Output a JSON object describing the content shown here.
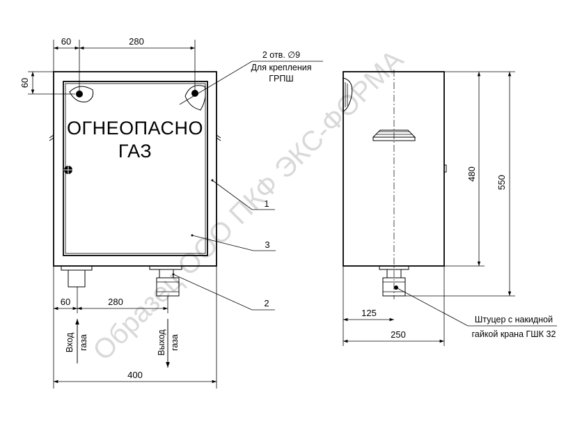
{
  "front_view": {
    "dim_hole_offset": "60",
    "dim_hole_spacing": "280",
    "dim_hole_vertical": "60",
    "hole_note_line1": "2 отв. ∅9",
    "hole_note_line2": "Для крепления",
    "hole_note_line3": "ГРПШ",
    "door_text_line1": "ОГНЕОПАСНО",
    "door_text_line2": "ГАЗ",
    "callout_1": "1",
    "callout_2": "2",
    "callout_3": "3",
    "dim_inlet_offset": "60",
    "dim_pipe_spacing": "280",
    "inlet_label_1": "Вход",
    "inlet_label_2": "газа",
    "outlet_label_1": "Выход",
    "outlet_label_2": "газа",
    "dim_width": "400"
  },
  "side_view": {
    "dim_body_height": "480",
    "dim_total_height": "550",
    "dim_center": "125",
    "dim_depth": "250",
    "fitting_note_line1": "Штуцер с накидной",
    "fitting_note_line2": "гайкой крана ГШК 32"
  },
  "watermark": "Образец ООО ПКФ ЭКС-ФОРМА"
}
